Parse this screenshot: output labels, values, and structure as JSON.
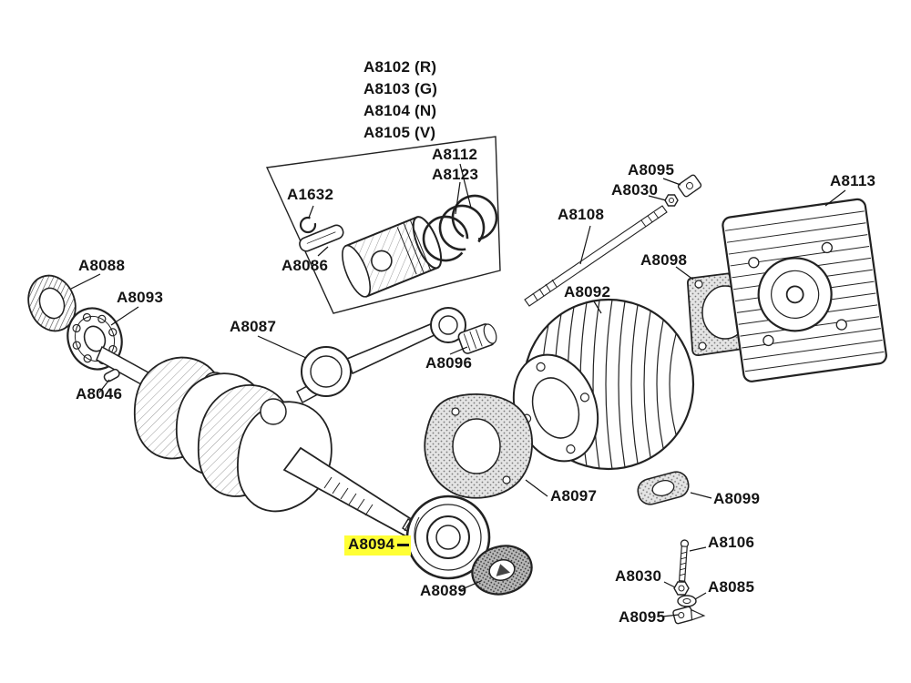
{
  "diagram": {
    "type": "exploded-parts-diagram",
    "background_color": "#ffffff",
    "line_color": "#1a1a1a",
    "highlight": {
      "part": "A8094",
      "color": "#ffff35"
    },
    "labels": [
      {
        "text": "A8102 (R)"
      },
      {
        "text": "A8103 (G)"
      },
      {
        "text": "A8104 (N)"
      },
      {
        "text": "A8105 (V)"
      },
      {
        "text": "A8112"
      },
      {
        "text": "A8123"
      },
      {
        "text": "A1632"
      },
      {
        "text": "A8086"
      },
      {
        "text": "A8088"
      },
      {
        "text": "A8093"
      },
      {
        "text": "A8087"
      },
      {
        "text": "A8046"
      },
      {
        "text": "A8096"
      },
      {
        "text": "A8095"
      },
      {
        "text": "A8030"
      },
      {
        "text": "A8108"
      },
      {
        "text": "A8098"
      },
      {
        "text": "A8113"
      },
      {
        "text": "A8092"
      },
      {
        "text": "A8097"
      },
      {
        "text": "A8099"
      },
      {
        "text": "A8094"
      },
      {
        "text": "A8089"
      },
      {
        "text": "A8106"
      },
      {
        "text": "A8030"
      },
      {
        "text": "A8085"
      },
      {
        "text": "A8095"
      }
    ]
  }
}
